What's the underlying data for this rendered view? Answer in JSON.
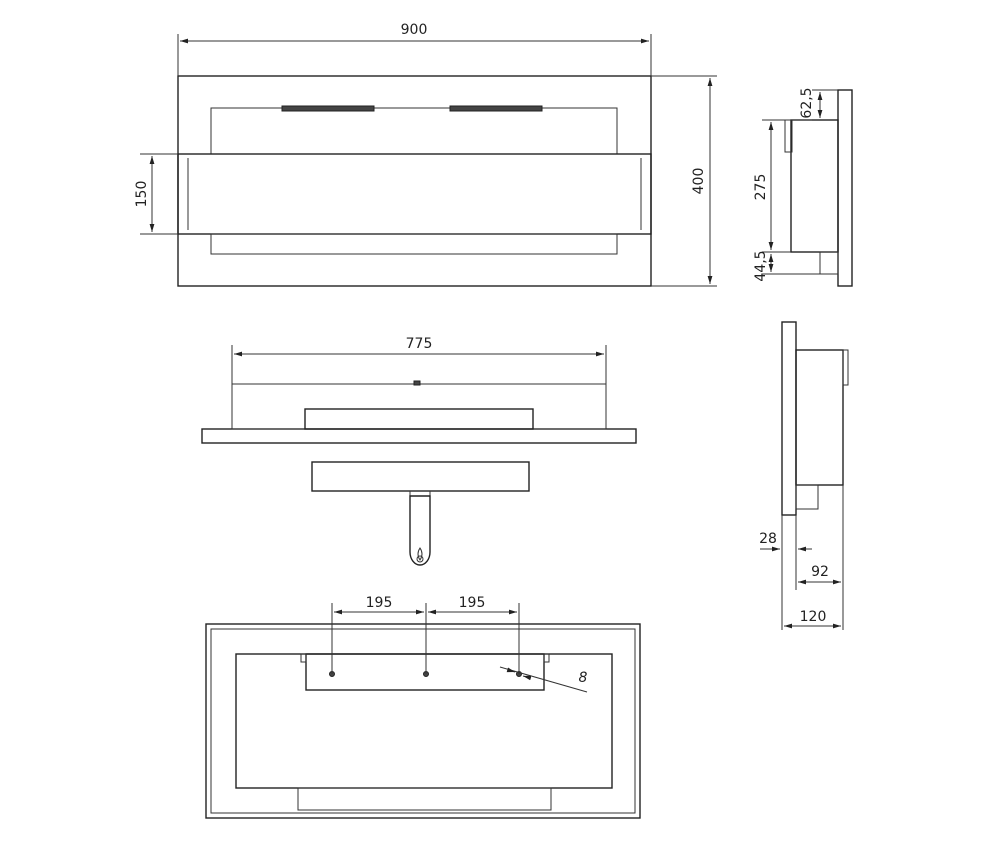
{
  "dimensions": {
    "front_width": "900",
    "front_height": "400",
    "front_opening": "150",
    "side_top_offset": "62,5",
    "side_body_height": "275",
    "side_bottom_offset": "44,5",
    "top_width": "775",
    "rear_spacing_left": "195",
    "rear_spacing_right": "195",
    "rear_hole_diameter": "8",
    "side_thickness": "28",
    "side_depth_body": "92",
    "side_total_depth": "120"
  },
  "colors": {
    "line": "#222222",
    "background": "#ffffff"
  }
}
